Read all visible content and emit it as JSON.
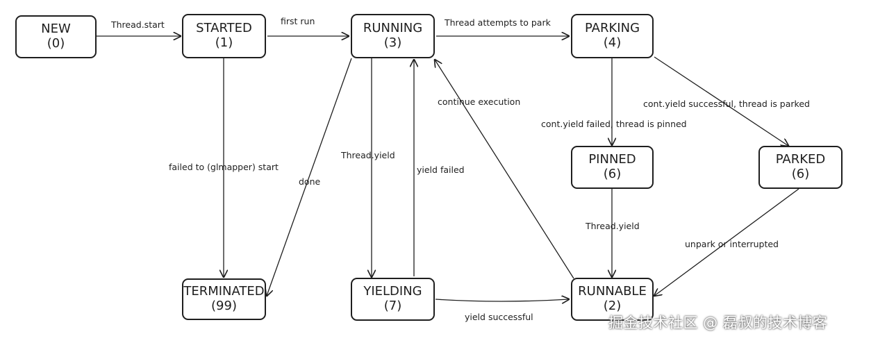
{
  "states": {
    "new": {
      "name": "NEW",
      "code": "(0)"
    },
    "started": {
      "name": "STARTED",
      "code": "(1)"
    },
    "running": {
      "name": "RUNNING",
      "code": "(3)"
    },
    "parking": {
      "name": "PARKING",
      "code": "(4)"
    },
    "pinned": {
      "name": "PINNED",
      "code": "(6)"
    },
    "parked": {
      "name": "PARKED",
      "code": "(6)"
    },
    "terminated": {
      "name": "TERMINATED",
      "code": "(99)"
    },
    "yielding": {
      "name": "YIELDING",
      "code": "(7)"
    },
    "runnable": {
      "name": "RUNNABLE",
      "code": "(2)"
    }
  },
  "transitions": {
    "thread_start": "Thread.start",
    "first_run": "first run",
    "attempts_park": "Thread attempts to park",
    "failed_start": "failed to (glmapper) start",
    "done": "done",
    "thread_yield": "Thread.yield",
    "yield_failed": "yield failed",
    "continue_execution": "continue execution",
    "yield_failed_pinned": "cont.yield failed, thread is pinned",
    "yield_success_parked": "cont.yield successful, thread is parked",
    "pinned_yield": "Thread.yield",
    "unpark_interrupted": "unpark or interrupted",
    "yield_successful": "yield successful"
  },
  "watermark": "掘金技术社区 @ 磊叔的技术博客"
}
